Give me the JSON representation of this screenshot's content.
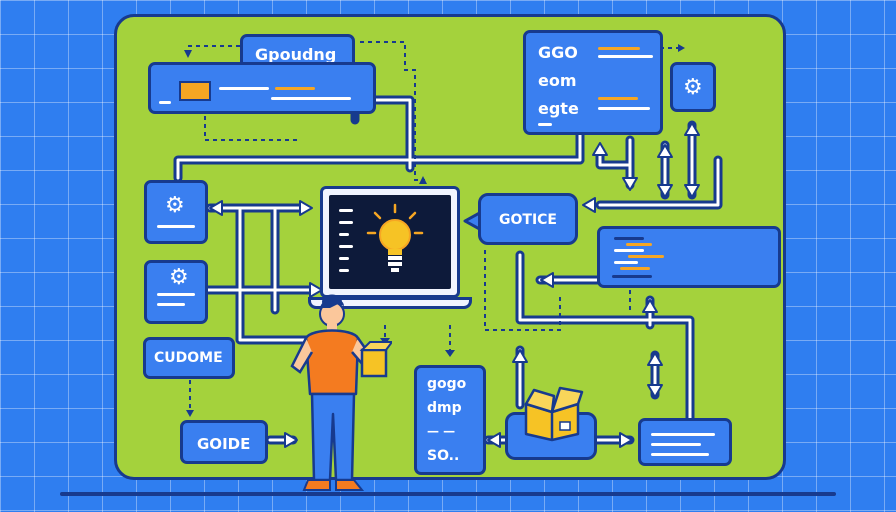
{
  "labels": {
    "top_title": "Gpoudng",
    "right_box_lines": [
      "GGO",
      "eom",
      "egte"
    ],
    "callout": "GOTICE",
    "left_label": "CUDOME",
    "bottom_left_label": "GOIDE",
    "bottom_center_lines": [
      "gogo",
      "dmp",
      "—  —",
      "SO.."
    ]
  },
  "icons": {
    "gear": "gear-icon",
    "bulb": "lightbulb-icon",
    "package": "package-icon",
    "person": "person-icon"
  },
  "colors": {
    "background": "#2f7ef0",
    "panel": "#a4d23c",
    "box": "#3a7ff0",
    "outline": "#173a8e",
    "accent": "#f6a623",
    "shirt": "#f47b20"
  }
}
